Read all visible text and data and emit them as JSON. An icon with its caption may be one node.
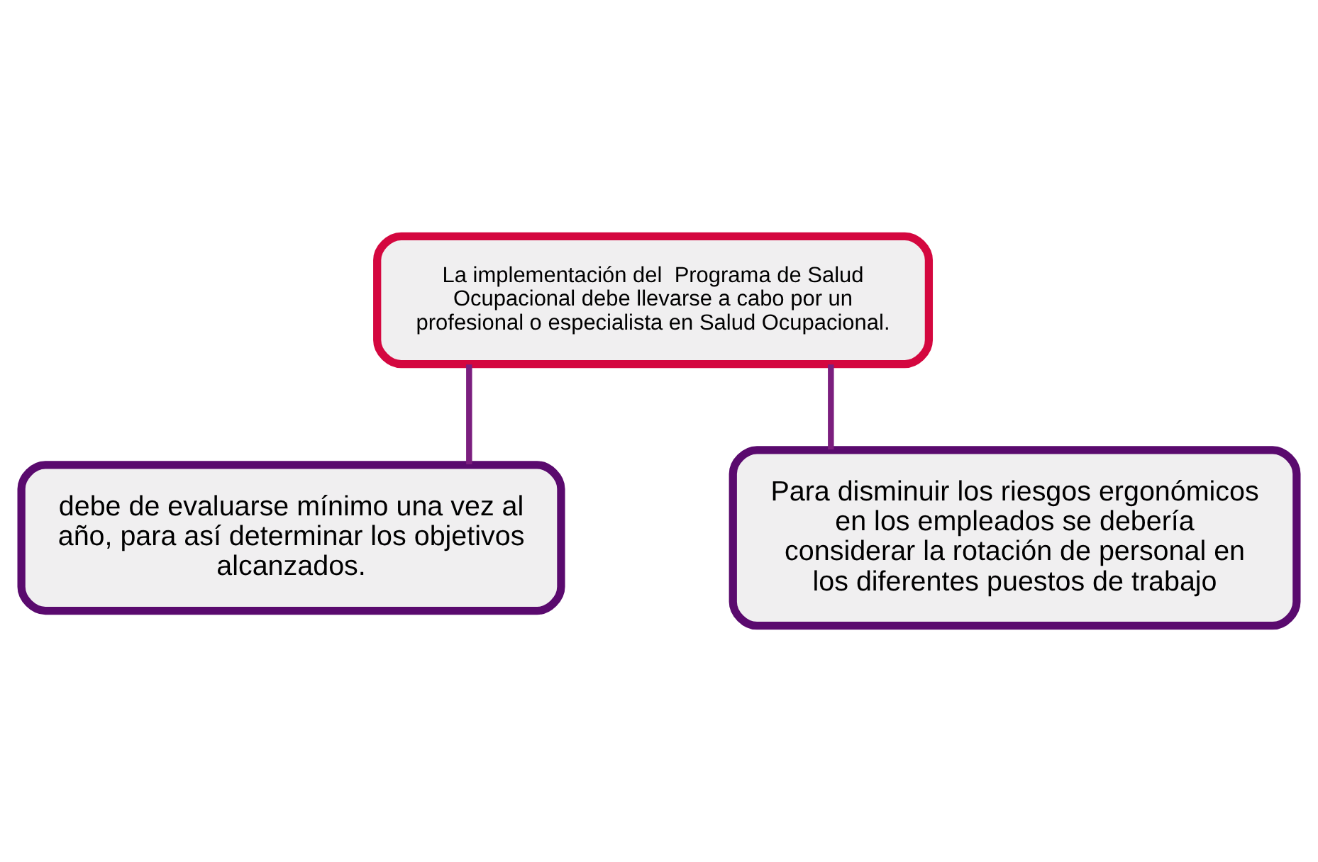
{
  "diagram": {
    "nodes": [
      {
        "text": [
          "La implementación del  Programa de Salud Ocupacional debe llevarse a cabo por un profesional o especialista en Salud Ocupacional."
        ]
      },
      {
        "text": [
          "debe de evaluarse mínimo una vez al año, para así determinar los objetivos alcanzados."
        ]
      },
      {
        "text": [
          "Para disminuir los riesgos ergonómicos en los empleados se debería  considerar la rotación de personal en los diferentes puestos de trabajo"
        ]
      }
    ],
    "edges": [
      {
        "from": 0,
        "to": 1,
        "arrow": "none"
      },
      {
        "from": 0,
        "to": 2,
        "arrow": "none"
      }
    ]
  }
}
